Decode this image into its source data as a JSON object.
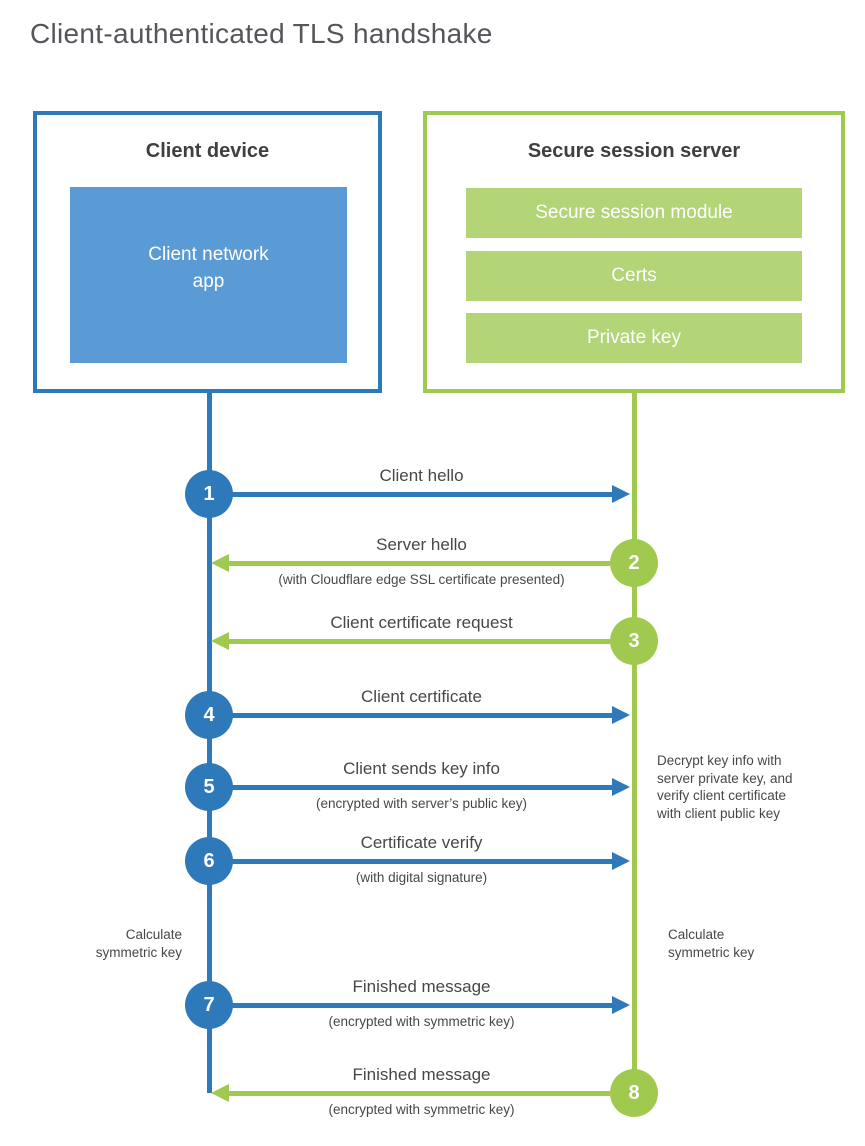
{
  "title": "Client-authenticated TLS handshake",
  "colors": {
    "blue": "#2e79ba",
    "blue_fill": "#5b9bd5",
    "green": "#9fc94f",
    "green_fill": "#b3d578",
    "heading_text": "#3f3f3f",
    "label_text": "#474747",
    "title_text": "#54565b"
  },
  "client": {
    "title": "Client device",
    "app_label": "Client network\napp"
  },
  "server": {
    "title": "Secure session server",
    "modules": [
      "Secure session module",
      "Certs",
      "Private key"
    ]
  },
  "steps": [
    {
      "number": "1",
      "label": "Client hello",
      "direction": "client-to-server"
    },
    {
      "number": "2",
      "label": "Server hello",
      "sublabel": "(with Cloudflare edge SSL certificate presented)",
      "direction": "server-to-client"
    },
    {
      "number": "3",
      "label": "Client certificate request",
      "direction": "server-to-client"
    },
    {
      "number": "4",
      "label": "Client certificate",
      "direction": "client-to-server"
    },
    {
      "number": "5",
      "label": "Client sends key info",
      "sublabel": "(encrypted with server’s public key)",
      "direction": "client-to-server"
    },
    {
      "number": "6",
      "label": "Certificate verify",
      "sublabel": "(with digital signature)",
      "direction": "client-to-server"
    },
    {
      "number": "7",
      "label": "Finished message",
      "sublabel": "(encrypted with symmetric key)",
      "direction": "client-to-server"
    },
    {
      "number": "8",
      "label": "Finished message",
      "sublabel": "(encrypted with symmetric key)",
      "direction": "server-to-client"
    }
  ],
  "notes": {
    "decrypt": "Decrypt key info with\nserver private key, and\nverify client certificate\nwith client public key",
    "calc_left": "Calculate\nsymmetric key",
    "calc_right": "Calculate\nsymmetric key"
  }
}
